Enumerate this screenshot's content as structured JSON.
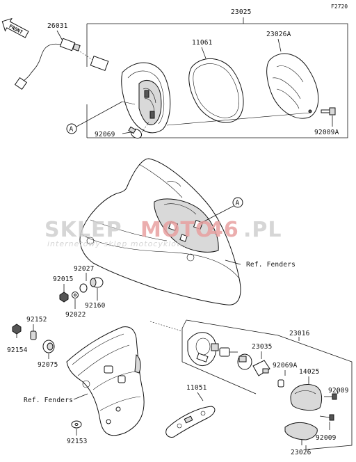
{
  "diagram_code": "F2720",
  "front_label": "FRONT",
  "callout_letter": "A",
  "parts": {
    "p23025": "23025",
    "p26031": "26031",
    "p11061": "11061",
    "p23026A": "23026A",
    "p92069": "92069",
    "p92009A": "92009A",
    "p92027": "92027",
    "p92015": "92015",
    "p92160": "92160",
    "p92022": "92022",
    "p92152": "92152",
    "p92154": "92154",
    "p92075": "92075",
    "p11051": "11051",
    "p23016": "23016",
    "p23035": "23035",
    "p92069A": "92069A",
    "p14025": "14025",
    "p92009_upper": "92009",
    "p92009_lower": "92009",
    "p92153": "92153",
    "p23026": "23026"
  },
  "ref_labels": {
    "fenders_right": "Ref. Fenders",
    "fenders_left": "Ref. Fenders"
  },
  "watermark": {
    "brand_a": "SKLEP",
    "brand_b": "MOTO",
    "brand_c": "46",
    "brand_d": ".PL",
    "tagline": "internetowy sklep motocyklowy"
  },
  "colors": {
    "watermark_grey": "#cfcfcf",
    "watermark_red": "#e8a0a0"
  }
}
